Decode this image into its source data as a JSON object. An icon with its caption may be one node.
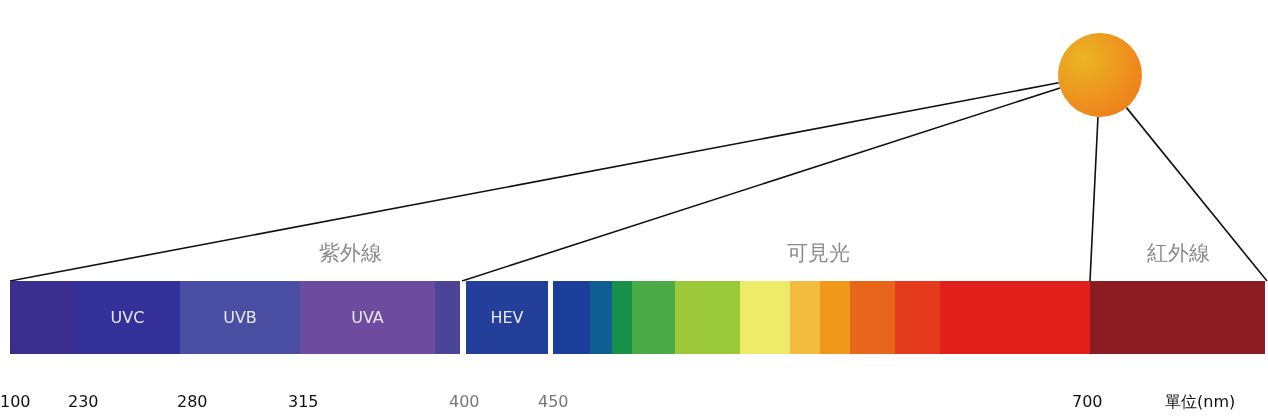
{
  "diagram": {
    "nodes": [
      {
        "text": [],
        "shape": "circle"
      },
      {
        "text": [
          "紫外線"
        ]
      },
      {
        "text": [
          "可見光"
        ]
      },
      {
        "text": [
          "紅外線"
        ]
      },
      {
        "text": [
          "UVC"
        ],
        "in": 1
      },
      {
        "text": [
          "UVB"
        ],
        "in": 1
      },
      {
        "text": [
          "UVA"
        ],
        "in": 1
      },
      {
        "text": [
          "HEV"
        ],
        "in": 2
      }
    ],
    "edges": [
      {
        "from": 0,
        "to": 1,
        "arrow": "none"
      },
      {
        "from": 0,
        "to": 1,
        "arrow": "none"
      },
      {
        "from": 0,
        "to": 3,
        "arrow": "none"
      },
      {
        "from": 0,
        "to": 3,
        "arrow": "none"
      }
    ],
    "labels": [
      "100",
      "230",
      "280",
      "315",
      "400",
      "450",
      "700",
      "單位(nm)"
    ]
  }
}
